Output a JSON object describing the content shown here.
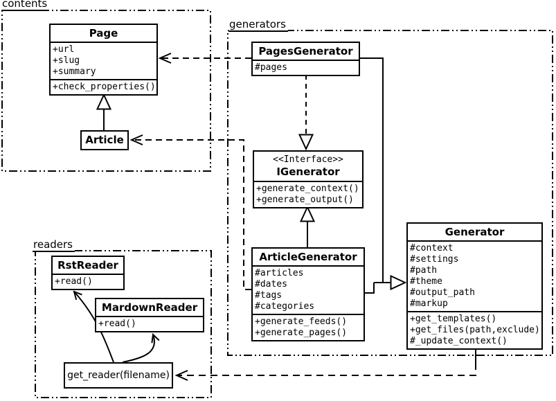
{
  "packages": {
    "contents": {
      "label": "contents"
    },
    "generators": {
      "label": "generators"
    },
    "readers": {
      "label": "readers"
    }
  },
  "classes": {
    "page": {
      "title": "Page",
      "attributes": [
        "+url",
        "+slug",
        "+summary"
      ],
      "methods": [
        "+check_properties()"
      ]
    },
    "article": {
      "title": "Article"
    },
    "pages_generator": {
      "title": "PagesGenerator",
      "attributes": [
        "#pages"
      ]
    },
    "igenerator": {
      "stereotype": "<<Interface>>",
      "title": "IGenerator",
      "methods": [
        "+generate_context()",
        "+generate_output()"
      ]
    },
    "article_generator": {
      "title": "ArticleGenerator",
      "attributes": [
        "#articles",
        "#dates",
        "#tags",
        "#categories"
      ],
      "methods": [
        "+generate_feeds()",
        "+generate_pages()"
      ]
    },
    "generator": {
      "title": "Generator",
      "attributes": [
        "#context",
        "#settings",
        "#path",
        "#theme",
        "#output_path",
        "#markup"
      ],
      "methods": [
        "+get_templates()",
        "+get_files(path,exclude)",
        "#_update_context()"
      ]
    },
    "rst_reader": {
      "title": "RstReader",
      "methods": [
        "+read()"
      ]
    },
    "markdown_reader": {
      "title": "MardownReader",
      "methods": [
        "+read()"
      ]
    },
    "get_reader": {
      "label": "get_reader(filename)"
    }
  },
  "relations": [
    {
      "from": "Article",
      "to": "Page",
      "type": "generalization"
    },
    {
      "from": "PagesGenerator",
      "to": "Page",
      "type": "dependency"
    },
    {
      "from": "ArticleGenerator",
      "to": "Article",
      "type": "dependency"
    },
    {
      "from": "PagesGenerator",
      "to": "IGenerator",
      "type": "realization"
    },
    {
      "from": "ArticleGenerator",
      "to": "IGenerator",
      "type": "generalization"
    },
    {
      "from": "PagesGenerator",
      "to": "Generator",
      "type": "generalization"
    },
    {
      "from": "ArticleGenerator",
      "to": "Generator",
      "type": "generalization"
    },
    {
      "from": "Generator",
      "to": "get_reader(filename)",
      "type": "dependency"
    },
    {
      "from": "get_reader(filename)",
      "to": "RstReader",
      "type": "arrow"
    },
    {
      "from": "get_reader(filename)",
      "to": "MardownReader",
      "type": "arrow"
    }
  ],
  "colors": {
    "ink": "#000000",
    "paper": "#ffffff"
  }
}
